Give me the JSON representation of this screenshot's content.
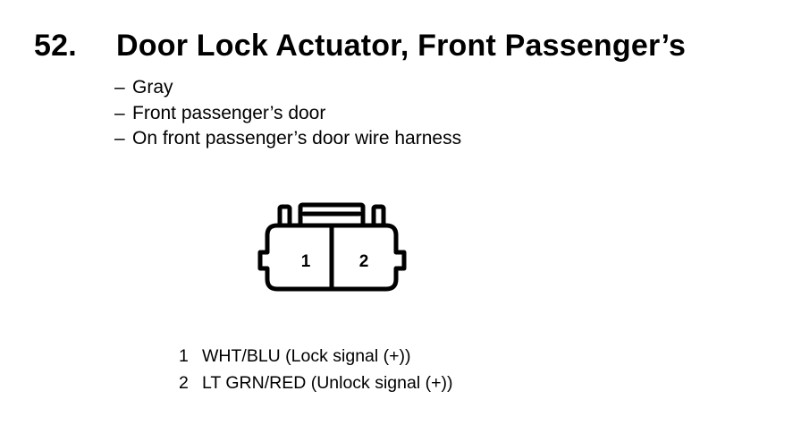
{
  "header": {
    "number": "52.",
    "title": "Door Lock Actuator, Front Passenger’s"
  },
  "details": [
    {
      "dash": "–",
      "text": "Gray"
    },
    {
      "dash": "–",
      "text": "Front passenger’s door"
    },
    {
      "dash": "–",
      "text": "On front passenger’s door wire harness"
    }
  ],
  "connector": {
    "cavities": [
      "1",
      "2"
    ]
  },
  "pins": [
    {
      "number": "1",
      "text": "WHT/BLU (Lock signal (+))"
    },
    {
      "number": "2",
      "text": "LT GRN/RED (Unlock signal (+))"
    }
  ]
}
